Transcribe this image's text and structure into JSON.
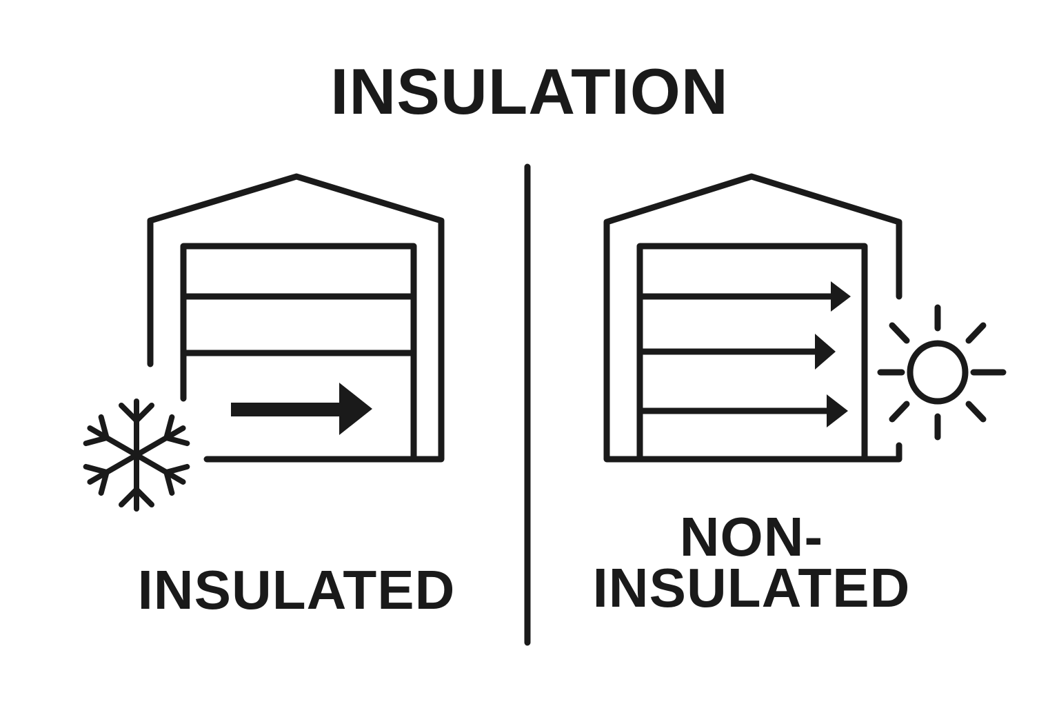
{
  "title": "INSULATION",
  "panels": {
    "left": {
      "label": "INSULATED",
      "icon": "snowflake-icon",
      "arrows": 1
    },
    "right": {
      "label_line1": "NON-",
      "label_line2": "INSULATED",
      "icon": "sun-icon",
      "arrows": 3
    }
  },
  "colors": {
    "stroke": "#1a1a1a",
    "background": "#ffffff"
  }
}
